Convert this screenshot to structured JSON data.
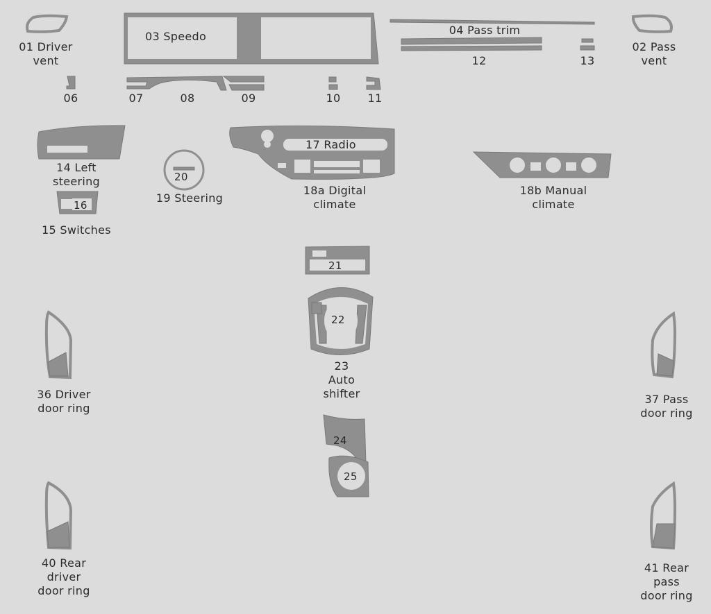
{
  "parts": {
    "p01": "01 Driver\nvent",
    "p02": "02 Pass\nvent",
    "p03": "03 Speedo",
    "p04": "04 Pass trim",
    "p06": "06",
    "p07": "07",
    "p08": "08",
    "p09": "09",
    "p10": "10",
    "p11": "11",
    "p12": "12",
    "p13": "13",
    "p14": "14 Left\nsteering",
    "p15": "15 Switches",
    "p16": "16",
    "p17": "17 Radio",
    "p18a": "18a Digital\nclimate",
    "p18b": "18b Manual\nclimate",
    "p19": "19 Steering",
    "p20": "20",
    "p21": "21",
    "p22": "22",
    "p23": "23\nAuto\nshifter",
    "p24": "24",
    "p25": "25",
    "p36": "36 Driver\ndoor ring",
    "p37": "37 Pass\ndoor ring",
    "p40": "40 Rear\ndriver\ndoor ring",
    "p41": "41 Rear\npass\ndoor ring"
  },
  "colors": {
    "background": "#dcdcdc",
    "part_fill": "#8f8f8f",
    "text": "#2b2b2b"
  }
}
